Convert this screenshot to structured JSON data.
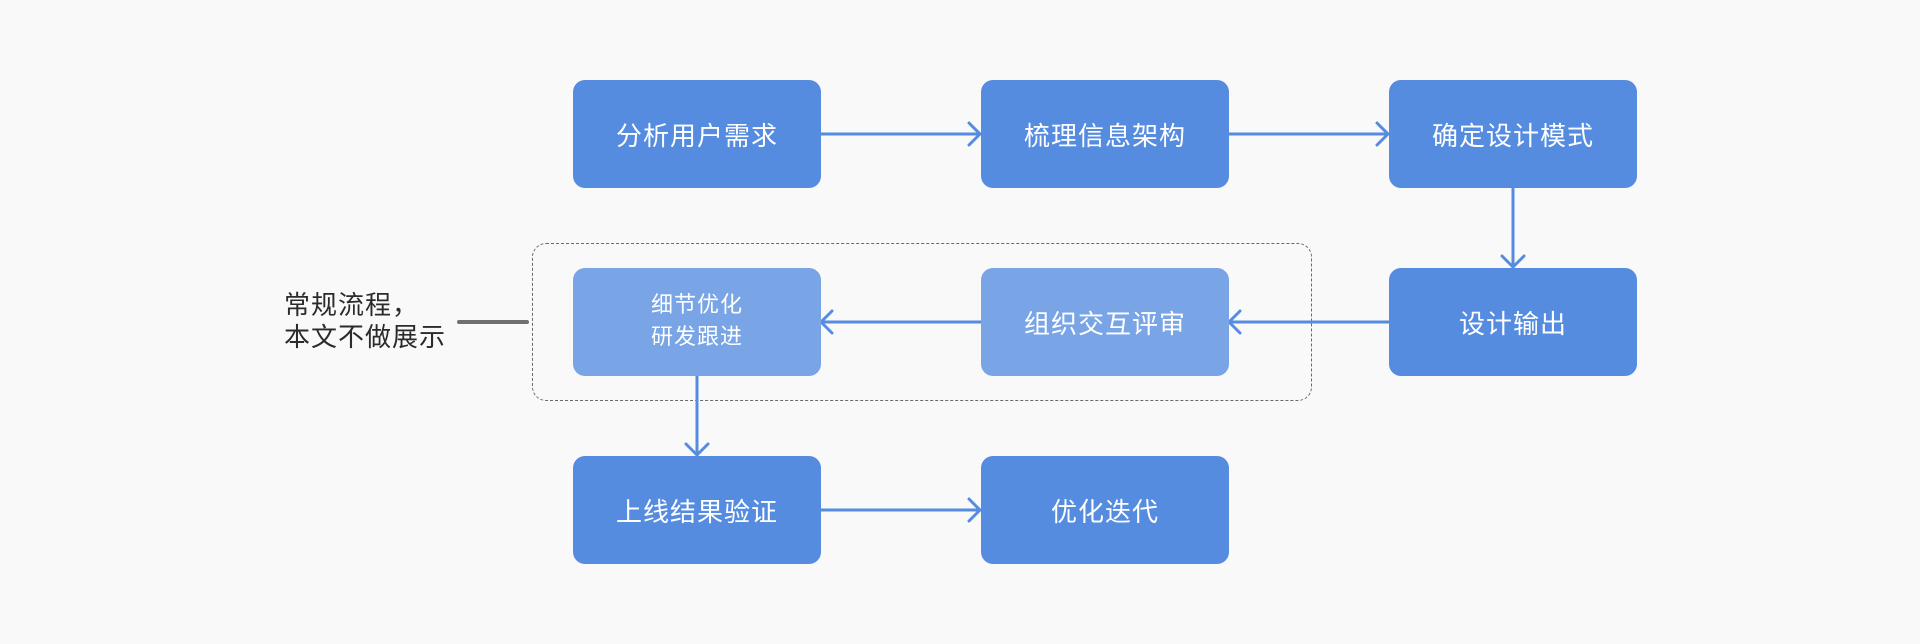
{
  "colors": {
    "box_primary": "#558ce0",
    "box_secondary": "#79a4e5",
    "arrow": "#558ce0",
    "dashed_border": "#6a6a6a",
    "note_text": "#2b2b2b",
    "background": "#f9f9fa"
  },
  "steps": {
    "analyze_needs": "分析用户需求",
    "organize_ia": "梳理信息架构",
    "define_pattern": "确定设计模式",
    "design_output": "设计输出",
    "interaction_review": "组织交互评审",
    "detail_optimization_line1": "细节优化",
    "detail_optimization_line2": "研发跟进",
    "launch_validation": "上线结果验证",
    "iterate": "优化迭代"
  },
  "note": {
    "line1": "常规流程，",
    "line2": "本文不做展示"
  }
}
